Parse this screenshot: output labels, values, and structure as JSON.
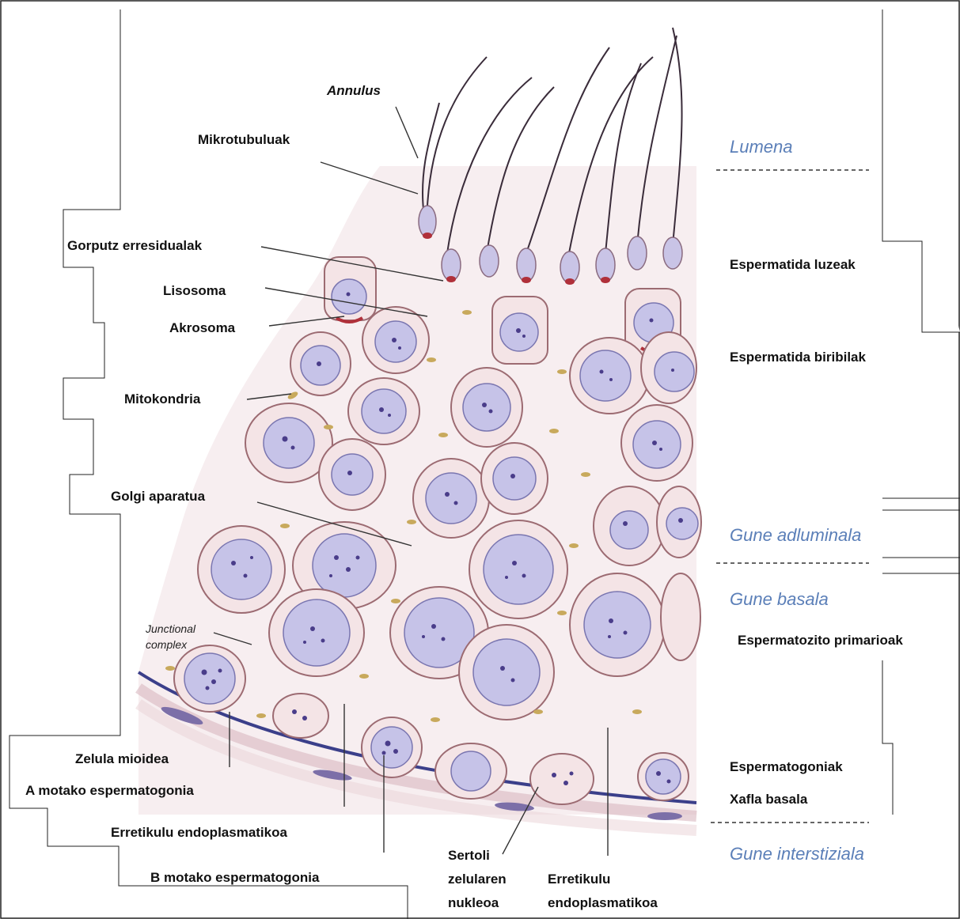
{
  "labels_left": {
    "annulus": "Annulus",
    "mikrotubuluak": "Mikrotubuluak",
    "gorputz": "Gorputz erresidualak",
    "lisosoma": "Lisosoma",
    "akrosoma": "Akrosoma",
    "mitokondria": "Mitokondria",
    "golgi": "Golgi aparatua",
    "junctional_line1": "Junctional",
    "junctional_line2": "complex",
    "zelula_mioidea": "Zelula mioidea",
    "a_motako": "A motako espermatogonia",
    "erretikulu_left": "Erretikulu endoplasmatikoa",
    "b_motako": "B motako espermatogonia",
    "sertoli_line1": "Sertoli",
    "sertoli_line2": "zelularen",
    "sertoli_line3": "nukleoa",
    "erretikulu_bottom_line1": "Erretikulu",
    "erretikulu_bottom_line2": "endoplasmatikoa"
  },
  "labels_right": {
    "lumena": "Lumena",
    "espermatida_luzeak": "Espermatida luzeak",
    "espermatida_biribilak": "Espermatida biribilak",
    "gune_adluminala": "Gune adluminala",
    "gune_basala": "Gune basala",
    "espermatozito": "Espermatozito primarioak",
    "espermatogoniak": "Espermatogoniak",
    "xafla_basala": "Xafla basala",
    "gune_interstiziala": "Gune interstiziala"
  },
  "colors": {
    "zone_text": "#5b7fb8",
    "cell_fill": "#f4e4e6",
    "nucleus_fill": "#c6c3e8",
    "chromatin": "#4a3d8a",
    "mitochondria": "#c8a95c",
    "basal_lamina": "#3b3f8a"
  }
}
